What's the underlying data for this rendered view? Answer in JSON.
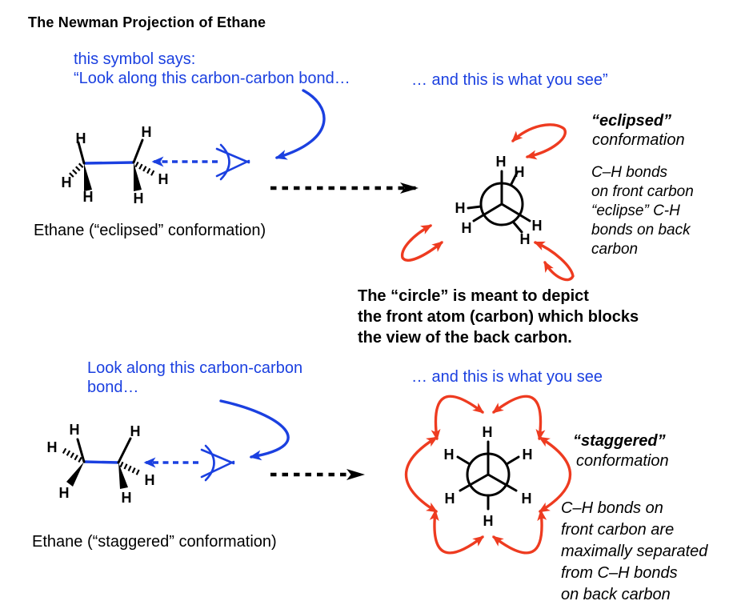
{
  "colors": {
    "blue": "#1b40e0",
    "red": "#ee3b20",
    "black": "#000000"
  },
  "title": "The Newman Projection of Ethane",
  "atom": {
    "h": "H"
  },
  "eclipsed": {
    "note_left": "this symbol says:\n“Look along this carbon-carbon bond…",
    "note_see": "… and this is what you see”",
    "conf_quote": "“eclipsed”",
    "conf_word": "conformation",
    "desc": "C–H bonds\non front carbon\n“eclipse” C-H\nbonds on back\ncarbon",
    "circle_note": "The “circle” is meant to depict\nthe front atom (carbon) which blocks\nthe view of the back carbon.",
    "caption": "Ethane (“eclipsed” conformation)"
  },
  "staggered": {
    "note_look": "Look along this carbon-carbon\nbond…",
    "note_see": "… and this is what you see",
    "conf_quote": "“staggered”",
    "conf_word": "conformation",
    "desc": "C–H bonds on\nfront carbon are\nmaximally separated\nfrom C–H bonds\non back carbon",
    "caption": "Ethane (“staggered” conformation)"
  }
}
